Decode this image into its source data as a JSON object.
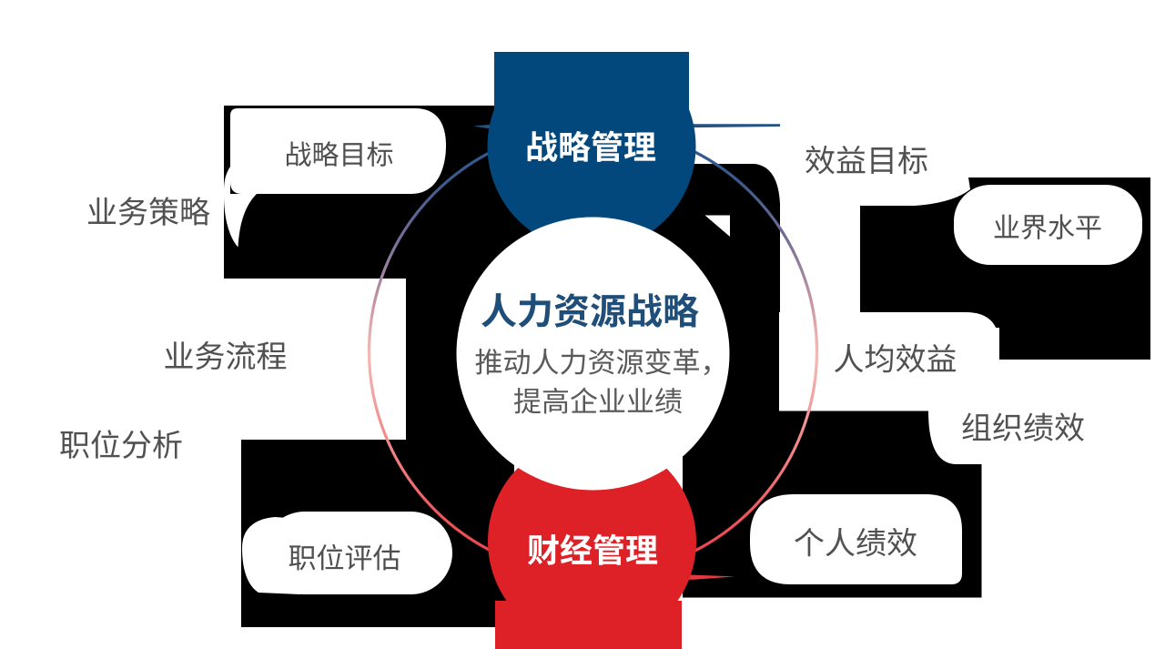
{
  "diagram": {
    "center": {
      "title": "人力资源战略",
      "subtitle_line1": "推动人力资源变革，",
      "subtitle_line2": "提高企业业绩"
    },
    "nodes": {
      "top": {
        "label": "战略管理",
        "color": "#02487c"
      },
      "bottom": {
        "label": "财经管理",
        "color": "#dd2127"
      }
    },
    "labels": {
      "strategy_goal": "战略目标",
      "business_strategy": "业务策略",
      "business_process": "业务流程",
      "job_analysis": "职位分析",
      "job_evaluation": "职位评估",
      "benefit_goal": "效益目标",
      "industry_level": "业界水平",
      "per_capita_benefit": "人均效益",
      "org_performance": "组织绩效",
      "personal_performance": "个人绩效"
    },
    "colors": {
      "background": "#ffffff",
      "transparent_patch": "#000000",
      "ring_top": "#2d588b",
      "ring_bottom": "#e8464e",
      "title_blue": "#1f4e79",
      "label_gray": "#515151"
    }
  }
}
